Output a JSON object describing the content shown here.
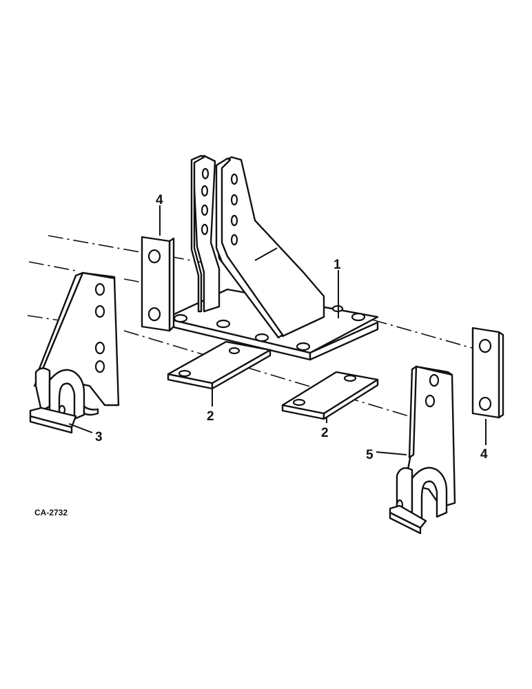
{
  "drawing_code": "CA-2732",
  "callouts": {
    "c1": "1",
    "c2a": "2",
    "c2b": "2",
    "c3": "3",
    "c4a": "4",
    "c4b": "4",
    "c5": "5"
  }
}
